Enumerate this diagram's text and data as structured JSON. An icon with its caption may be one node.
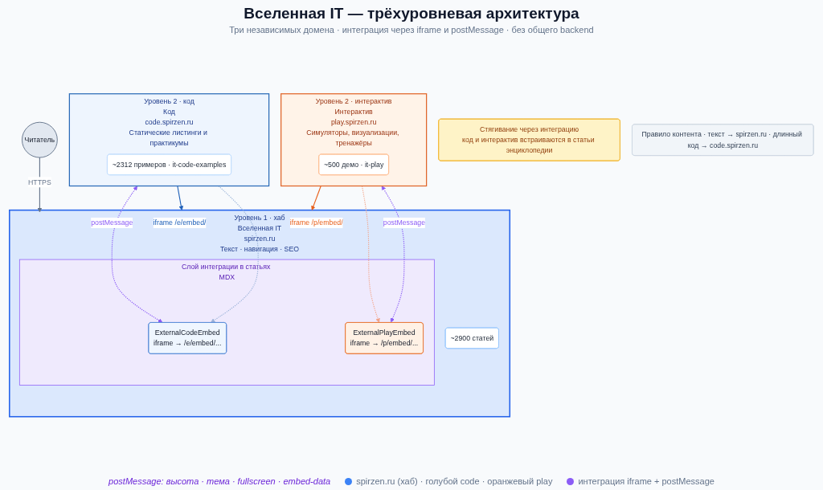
{
  "diagram": {
    "title": "Вселенная IT — трёхуровневая архитектура",
    "nodes": [
      {
        "text": [
          "Читатель"
        ]
      },
      {
        "text": [
          "Уровень 1 · хаб",
          "Вселенная IT",
          "spirzen.ru",
          "Текст · навигация · SEO"
        ]
      },
      {
        "text": [
          "~2900 статей"
        ],
        "in": 1
      },
      {
        "text": [
          "Слой интеграции в статьях MDX"
        ],
        "in": 1
      },
      {
        "text": [
          "ExternalCodeEmbed",
          "iframe → /e/embed/..."
        ],
        "in": 3
      },
      {
        "text": [
          "ExternalPlayEmbed",
          "iframe → /p/embed/..."
        ],
        "in": 3
      },
      {
        "text": [
          "Уровень 2 · код",
          "Код",
          "code.spirzen.ru",
          "Статические листинги и практикумы"
        ]
      },
      {
        "text": [
          "~2312 примеров · it-code-examples"
        ],
        "in": 6
      },
      {
        "text": [
          "Уровень 2 · интерактив",
          "Интерактив",
          "play.spirzen.ru",
          "Симуляторы, визуализации, тренажёры"
        ]
      },
      {
        "text": [
          "~500 демо · it-play"
        ],
        "in": 8
      },
      {
        "text": [
          "Стягивание через интеграцию",
          "код и интерактив встраиваются в статьи энциклопедии"
        ]
      },
      {
        "text": [
          "Правило контента · текст → spirzen.ru · длинный код → code.spirzen.ru"
        ]
      }
    ],
    "edges": [
      {
        "from": 0,
        "to": 1,
        "arrow": "to",
        "label": "HTTPS",
        "color": "#64748b"
      },
      {
        "from": 6,
        "to": 4,
        "arrow": "both",
        "label": "postMessage",
        "style": "dashed",
        "color": "#8b5cf6"
      },
      {
        "from": 6,
        "to": 1,
        "arrow": "to",
        "label": "iframe /e/embed/",
        "color": "#1d5fb8"
      },
      {
        "from": 6,
        "to": 4,
        "arrow": "to",
        "style": "dashed",
        "color": "#9bb3d9"
      },
      {
        "from": 5,
        "to": 8,
        "arrow": "both",
        "label": "postMessage",
        "style": "dashed",
        "color": "#8b5cf6"
      },
      {
        "from": 8,
        "to": 1,
        "arrow": "to",
        "label": "iframe /p/embed/",
        "color": "#e8601c"
      },
      {
        "from": 8,
        "to": 5,
        "arrow": "to",
        "style": "dashed",
        "color": "#f2a58a"
      }
    ],
    "labels": [
      "Три независимых домена · интеграция через iframe и postMessage · без общего backend",
      "postMessage: высота · тема · fullscreen · embed-data"
    ],
    "legend": [
      {
        "text": "spirzen.ru (хаб) · голубой code · оранжевый play",
        "color": "#3b82f6"
      },
      {
        "text": "интеграция iframe + postMessage",
        "color": "#8b5cf6"
      }
    ]
  }
}
